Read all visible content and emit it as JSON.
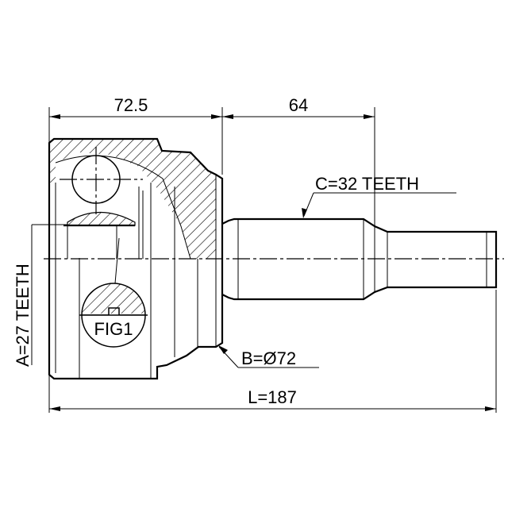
{
  "drawing": {
    "dim_body_length": "72.5",
    "dim_shaft_length": "64",
    "outer_spline": "C=32 TEETH",
    "inner_spline": "A=27 TEETH",
    "abs_ring_diameter": "B=Ø72",
    "total_length": "L=187",
    "detail_label": "FIG1"
  }
}
